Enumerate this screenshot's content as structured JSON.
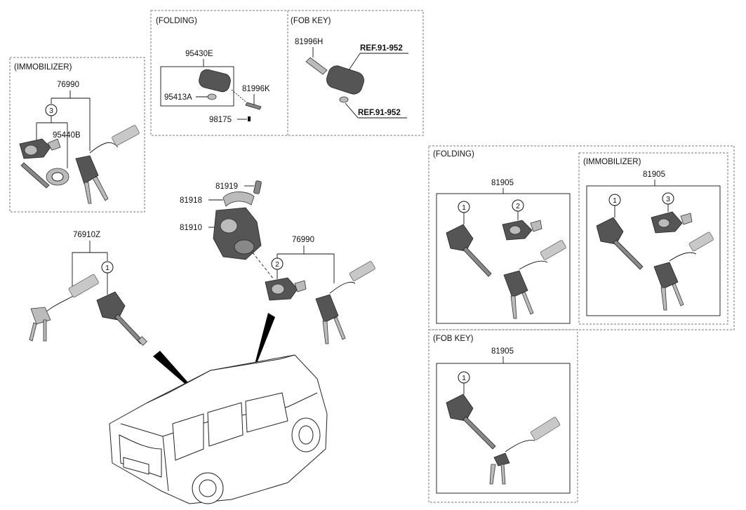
{
  "groups": {
    "folding_top": {
      "title": "(FOLDING)",
      "parts": [
        "95430E",
        "95413A",
        "81996K",
        "98175"
      ]
    },
    "fob_top": {
      "title": "(FOB KEY)",
      "parts": [
        "81996H"
      ],
      "refs": [
        "REF.91-952",
        "REF.91-952"
      ]
    },
    "immobilizer_left": {
      "title": "(IMMOBILIZER)",
      "parts": [
        "76990",
        "95440B"
      ],
      "callouts": [
        "3"
      ]
    },
    "center": {
      "parts": [
        "81919",
        "81918",
        "81910",
        "76990",
        "76910Z"
      ],
      "callouts": [
        "1",
        "2"
      ]
    },
    "folding_right": {
      "title": "(FOLDING)",
      "parts": [
        "81905"
      ],
      "callouts": [
        "1",
        "2"
      ]
    },
    "immobilizer_right": {
      "title": "(IMMOBILIZER)",
      "parts": [
        "81905"
      ],
      "callouts": [
        "1",
        "3"
      ]
    },
    "fob_right": {
      "title": "(FOB KEY)",
      "parts": [
        "81905"
      ],
      "callouts": [
        "1"
      ]
    }
  }
}
